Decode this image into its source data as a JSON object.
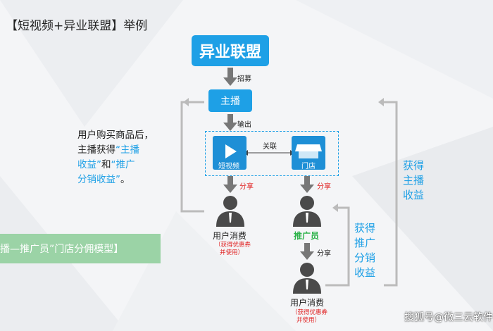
{
  "title": "【短视频+异业联盟】举例",
  "nodes": {
    "alliance": "异业联盟",
    "streamer": "主播",
    "short_video": "短视频",
    "store": "门店"
  },
  "edge_labels": {
    "recruit": "招募",
    "output": "输出",
    "link": "关联",
    "share_left": "分享",
    "share_right": "分享",
    "share_bottom": "分享"
  },
  "left_text": {
    "line1": "用户购买商品后，",
    "line2_plain": "主播获得",
    "line2_blue": "“主播",
    "line3_blue": "收益”",
    "line3_plain": "和",
    "line3_blue2": "“推广",
    "line4_blue": "分销收益”",
    "line4_plain": "。"
  },
  "right_text_top": [
    "获得",
    "主播",
    "收益"
  ],
  "right_text_mid": [
    "获得",
    "推广",
    "分销",
    "收益"
  ],
  "banner": "播—推广员”门店分佣模型】",
  "users": {
    "left_label": "用户消费",
    "left_note1": "（获得优惠券",
    "left_note2": "并使用）",
    "promoter": "推广员",
    "bottom_label": "用户消费",
    "bottom_note1": "（获得优惠券",
    "bottom_note2": "并使用）"
  },
  "watermark": "搜狐号@微三云软件",
  "colors": {
    "accent": "#1ea0e6",
    "red": "#e02020",
    "green": "#2db34a",
    "banner": "#9bd3a6"
  }
}
